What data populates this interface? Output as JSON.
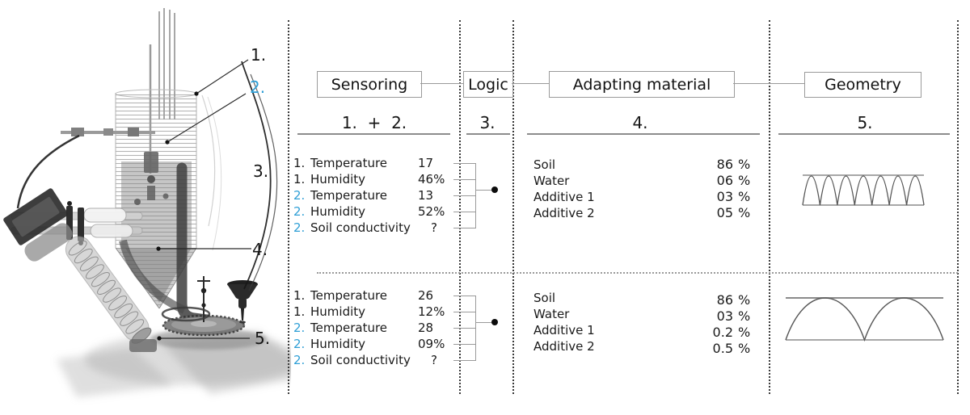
{
  "palette": {
    "accent_blue": "#2f9fd6",
    "text": "#1a1a1a",
    "line_gray": "#9a9a9a"
  },
  "machine_callouts": [
    {
      "label": "1.",
      "highlighted": false
    },
    {
      "label": "2.",
      "highlighted": true
    },
    {
      "label": "3.",
      "highlighted": false
    },
    {
      "label": "4.",
      "highlighted": false
    },
    {
      "label": "5.",
      "highlighted": false
    }
  ],
  "flow": {
    "boxes": [
      {
        "label": "Sensoring"
      },
      {
        "label": "Logic"
      },
      {
        "label": "Adapting material"
      },
      {
        "label": "Geometry"
      }
    ]
  },
  "sections": [
    {
      "label": "1.  +  2."
    },
    {
      "label": "3."
    },
    {
      "label": "4."
    },
    {
      "label": "5."
    }
  ],
  "scenarios": [
    {
      "sensors": [
        {
          "num": "1.",
          "name": "Temperature",
          "value": "17",
          "highlighted": false
        },
        {
          "num": "1.",
          "name": "Humidity",
          "value": "46%",
          "highlighted": false
        },
        {
          "num": "2.",
          "name": "Temperature",
          "value": "13",
          "highlighted": true
        },
        {
          "num": "2.",
          "name": "Humidity",
          "value": "52%",
          "highlighted": true
        },
        {
          "num": "2.",
          "name": "Soil conductivity",
          "value": "?",
          "highlighted": true
        }
      ],
      "materials": [
        {
          "name": "Soil",
          "value": "86",
          "unit": "%"
        },
        {
          "name": "Water",
          "value": "06",
          "unit": "%"
        },
        {
          "name": "Additive 1",
          "value": "03",
          "unit": "%"
        },
        {
          "name": "Additive 2",
          "value": "05",
          "unit": "%"
        }
      ],
      "geometry": {
        "wave": "high-frequency",
        "cycles": 7
      }
    },
    {
      "sensors": [
        {
          "num": "1.",
          "name": "Temperature",
          "value": "26",
          "highlighted": false
        },
        {
          "num": "1.",
          "name": "Humidity",
          "value": "12%",
          "highlighted": false
        },
        {
          "num": "2.",
          "name": "Temperature",
          "value": "28",
          "highlighted": true
        },
        {
          "num": "2.",
          "name": "Humidity",
          "value": "09%",
          "highlighted": true
        },
        {
          "num": "2.",
          "name": "Soil conductivity",
          "value": "?",
          "highlighted": true
        }
      ],
      "materials": [
        {
          "name": "Soil",
          "value": "86",
          "unit": "%"
        },
        {
          "name": "Water",
          "value": "03",
          "unit": "%"
        },
        {
          "name": "Additive 1",
          "value": "0.2",
          "unit": "%"
        },
        {
          "name": "Additive 2",
          "value": "0.5",
          "unit": "%"
        }
      ],
      "geometry": {
        "wave": "low-frequency",
        "cycles": 2
      }
    }
  ]
}
